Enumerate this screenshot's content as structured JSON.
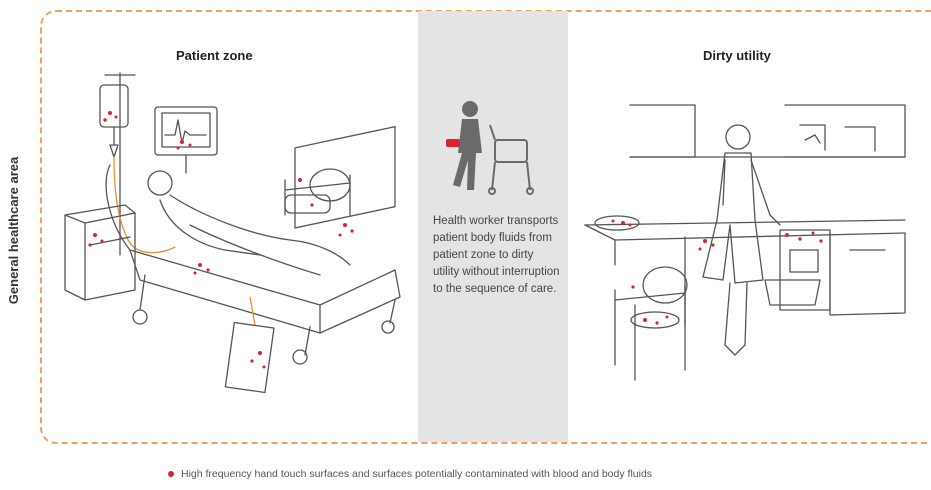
{
  "side_label": "General healthcare area",
  "patient_zone": {
    "title": "Patient zone"
  },
  "dirty_utility": {
    "title": "Dirty utility"
  },
  "middle": {
    "caption": "Health worker transports patient body fluids from patient zone to dirty utility without interruption to the sequence of care."
  },
  "legend": {
    "text": "High frequency hand touch surfaces and surfaces potentially contaminated with blood and body fluids"
  },
  "colors": {
    "border": "#f0a060",
    "contamination": "#d9232e",
    "band": "#e4e4e4",
    "line": "#555555"
  }
}
